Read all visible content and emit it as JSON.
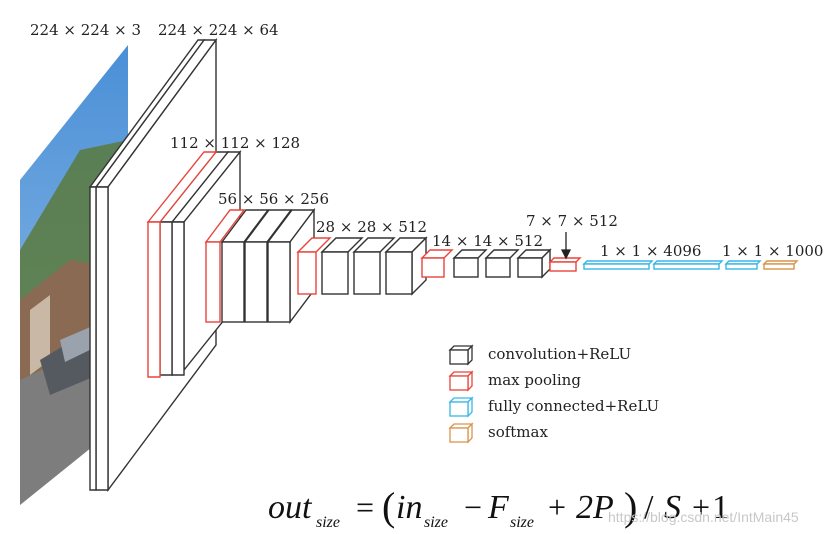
{
  "input_image": {
    "description_icon": "street-photo"
  },
  "dims": {
    "input": "224 × 224 × 3",
    "conv1": "224 × 224 × 64",
    "conv2": "112 × 112 × 128",
    "conv3": "56 × 56 × 256",
    "conv4": "28 × 28 × 512",
    "conv5": "14 × 14 × 512",
    "pool5": "7 × 7 × 512",
    "fc": "1 × 1 × 4096",
    "softmax": "1 × 1 × 1000"
  },
  "legend": [
    {
      "label": "convolution+ReLU",
      "color": "#333333"
    },
    {
      "label": "max pooling",
      "color": "#e8453c"
    },
    {
      "label": "fully connected+ReLU",
      "color": "#39b6e8"
    },
    {
      "label": "softmax",
      "color": "#d9944a"
    }
  ],
  "formula": {
    "out": "out",
    "size": "size",
    "eq": "=",
    "lparen": "(",
    "in": "in",
    "minus": "−",
    "F": "F",
    "plus": "+",
    "twoP": "2P",
    "rparen": ")",
    "slash": "/",
    "S": "S",
    "plus2": "+",
    "one": "1"
  },
  "watermark": "https://blog.csdn.net/IntMain45"
}
